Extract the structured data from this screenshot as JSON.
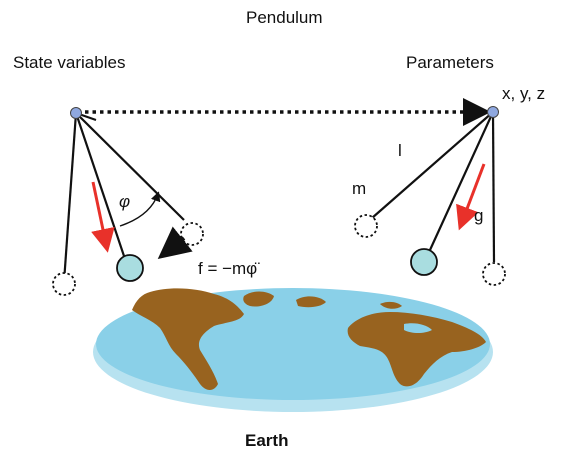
{
  "title": "Pendulum",
  "left_heading": "State variables",
  "right_heading": "Parameters",
  "anchor_label": "x, y, z",
  "angle_label": "φ",
  "force_label": "f = −mφ̈",
  "length_label": "l",
  "mass_label": "m",
  "gravity_label": "g",
  "bottom_label": "Earth",
  "colors": {
    "bob_fill": "#a9dde0",
    "pivot_fill": "#8fa8e0",
    "arrow_red": "#e8312a",
    "ocean": "#8ad0e8",
    "land": "#98631f",
    "line": "#111111"
  }
}
